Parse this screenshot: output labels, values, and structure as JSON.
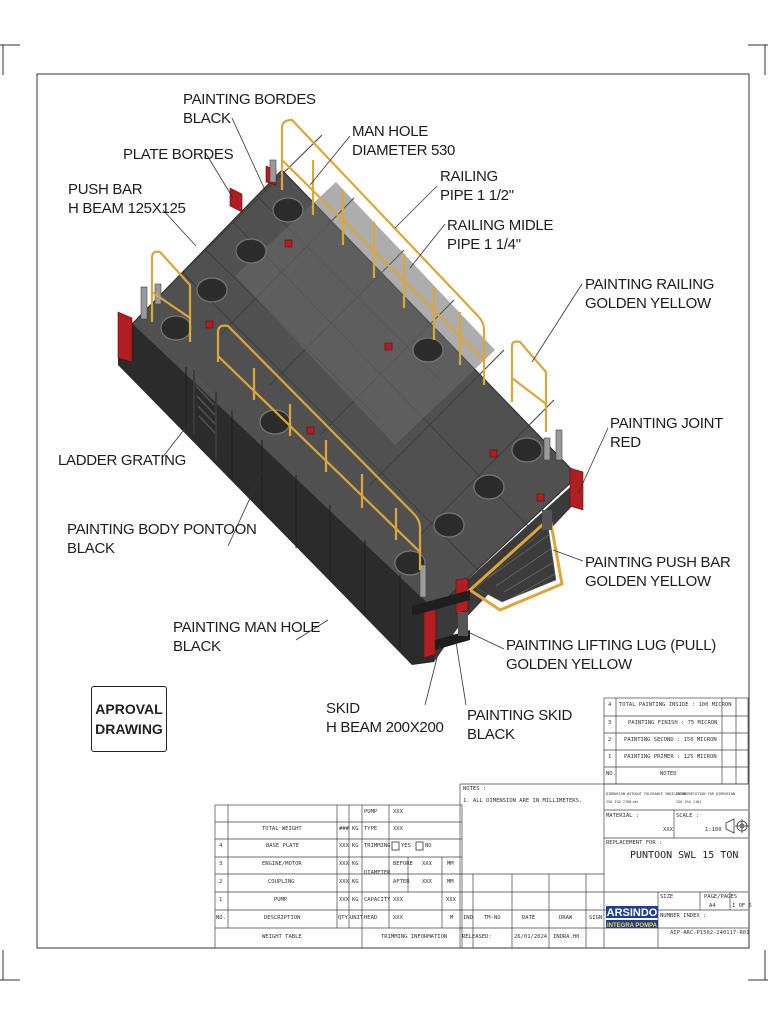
{
  "labels": {
    "painting_bordes": [
      "PAINTING BORDES",
      "BLACK"
    ],
    "plate_bordes": [
      "PLATE BORDES"
    ],
    "push_bar": [
      "PUSH BAR",
      "H BEAM 125X125"
    ],
    "man_hole": [
      "MAN HOLE",
      "DIAMETER 530"
    ],
    "railing": [
      "RAILING",
      "PIPE 1 1/2\""
    ],
    "railing_midle": [
      "RAILING MIDLE",
      "PIPE 1 1/4\""
    ],
    "painting_railing": [
      "PAINTING RAILING",
      "GOLDEN YELLOW"
    ],
    "painting_joint": [
      "PAINTING JOINT",
      "RED"
    ],
    "ladder_grating": [
      "LADDER GRATING"
    ],
    "painting_body": [
      "PAINTING  BODY PONTOON",
      "BLACK"
    ],
    "painting_push_bar": [
      "PAINTING PUSH BAR",
      "GOLDEN YELLOW"
    ],
    "painting_man_hole": [
      "PAINTING MAN HOLE",
      "BLACK"
    ],
    "painting_lifting_lug": [
      "PAINTING LIFTING LUG (PULL)",
      "GOLDEN YELLOW"
    ],
    "skid": [
      "SKID",
      "H BEAM 200X200"
    ],
    "painting_skid": [
      "PAINTING SKID",
      "BLACK"
    ]
  },
  "approval": [
    "APROVAL",
    "DRAWING"
  ],
  "paint_table": [
    {
      "no": "4",
      "text": "TOTAL PAINTING INSIDE : 100 MICRON"
    },
    {
      "no": "3",
      "text": "PAINTING FINISH : 75 MICRON"
    },
    {
      "no": "2",
      "text": "PAINTING SECOND : 150 MICRON"
    },
    {
      "no": "1",
      "text": "PAINTING PRIMER : 125 MICRON"
    },
    {
      "no": "NO.",
      "text": "NOTED"
    }
  ],
  "notes": [
    "NOTES :",
    "1. ALL DIMENSION ARE IN MILLIMETERS."
  ],
  "weight_table": {
    "rows": [
      {
        "no": "",
        "desc": "TOTAL WEIGHT",
        "qty": "###",
        "unit": "KG"
      },
      {
        "no": "4",
        "desc": "BASE PLATE",
        "qty": "XXX",
        "unit": "KG"
      },
      {
        "no": "3",
        "desc": "ENGINE/MOTOR",
        "qty": "XXX",
        "unit": "KG"
      },
      {
        "no": "2",
        "desc": "COUPLING",
        "qty": "XXX",
        "unit": "KG"
      },
      {
        "no": "1",
        "desc": "PUMP",
        "qty": "XXX",
        "unit": "KG"
      }
    ],
    "header": {
      "no": "NO.",
      "desc": "DESCRIPTION",
      "qty": "QTY",
      "unit": "UNIT"
    },
    "footer": "WEIGHT TABLE"
  },
  "trimming": {
    "pump": "PUMP",
    "pump_val": "XXX",
    "type": "TYPE",
    "type_val": "XXX",
    "trimming": "TRIMMING",
    "yes": "YES",
    "no": "NO",
    "diameter": "DIAMETER",
    "before": "BEFORE",
    "before_val": "XXX",
    "after": "AFTER",
    "after_val": "XXX",
    "mm": "MM",
    "capacity": "CAPACITY",
    "capacity_val": "XXX",
    "capacity_val2": "XXX",
    "head": "HEAD",
    "head_val": "XXX",
    "m": "M",
    "footer": "TRIMMING INFORMATION"
  },
  "revision": {
    "ind": "IND",
    "tmno": "TM-NO",
    "date": "DATE",
    "draw": "DRAW",
    "sign": "SIGN",
    "released": "RELEASED:",
    "released_date": "26/01/2024",
    "drawn_by": "INDRA.H0"
  },
  "title_block": {
    "dimension_note_1": "DIMENSION WITHOUT TOLERANCE INDICATION",
    "dimension_note_2": "ISO ISO 2768-mH",
    "dimension_note_3": "INTERPRETATION FOR DIMENSION",
    "dimension_note_4": "ISO ISO 1101",
    "material_label": "MATERIAL :",
    "material_val": "XXX",
    "scale_label": "SCALE :",
    "scale_val": "1:100",
    "replacement_label": "REPLACEMENT FOR :",
    "title": "PUNTOON SWL 15 TON",
    "size_label": "SIZE",
    "size_val": "A4",
    "pages_label": "PAGE/PAGES",
    "pages_val": "1 OF 5",
    "number_label": "NUMBER INDEX :",
    "number_val": "AIP-ARC-P1502-240117-R01",
    "company": "ARSINDO",
    "company_sub": "INTEGRA POMPA"
  },
  "colors": {
    "body": "#2f2f2f",
    "deck": "#545454",
    "rail": "#dba63a",
    "joint": "#b21d22",
    "line": "#333333"
  }
}
